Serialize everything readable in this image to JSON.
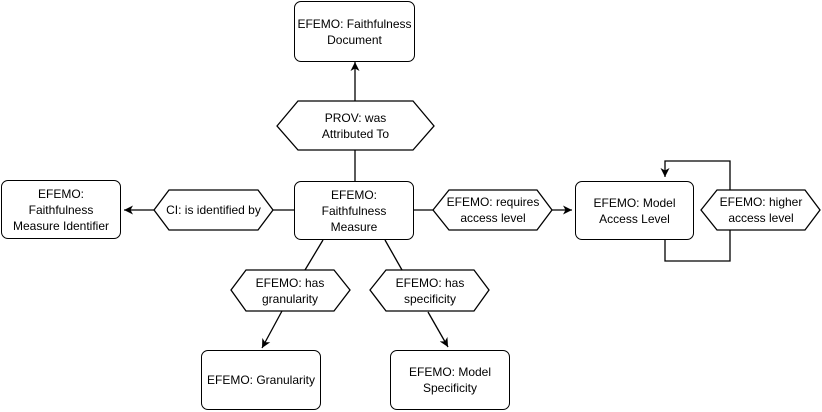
{
  "nodes": {
    "faithfulness_document": "EFEMO: Faithfulness Document",
    "faithfulness_measure": "EFEMO: Faithfulness Measure",
    "measure_identifier": "EFEMO: Faithfulness Measure Identifier",
    "model_access_level": "EFEMO: Model Access Level",
    "granularity": "EFEMO: Granularity",
    "model_specificity": "EFEMO: Model Specificity"
  },
  "relations": {
    "was_attributed_to": "PROV: was Attributed To",
    "is_identified_by": "CI: is identified by",
    "requires_access_level": "EFEMO: requires access level",
    "higher_access_level": "EFEMO: higher access level",
    "has_granularity": "EFEMO: has granularity",
    "has_specificity": "EFEMO: has specificity"
  }
}
